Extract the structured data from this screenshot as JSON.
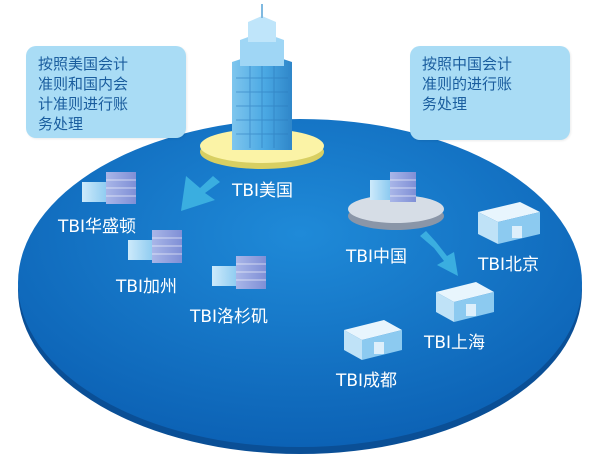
{
  "callouts": {
    "us": [
      "按照美国会计",
      "准则和国内会",
      "计准则进行账",
      "务处理"
    ],
    "cn": [
      "按照中国会计",
      "准则的进行账",
      "务处理"
    ]
  },
  "hubs": {
    "us": "TBI美国",
    "cn": "TBI中国"
  },
  "branches": {
    "washington": "TBI华盛顿",
    "california": "TBI加州",
    "los_angeles": "TBI洛杉矶",
    "beijing": "TBI北京",
    "shanghai": "TBI上海",
    "chengdu": "TBI成都"
  },
  "colors": {
    "platform": "#1273c8",
    "platform_edge": "#0a4f96",
    "callout_bg": "#a9dcf5",
    "callout_text": "#1a5d9e",
    "arrow": "#3aaee0",
    "label_text": "#ffffff"
  }
}
